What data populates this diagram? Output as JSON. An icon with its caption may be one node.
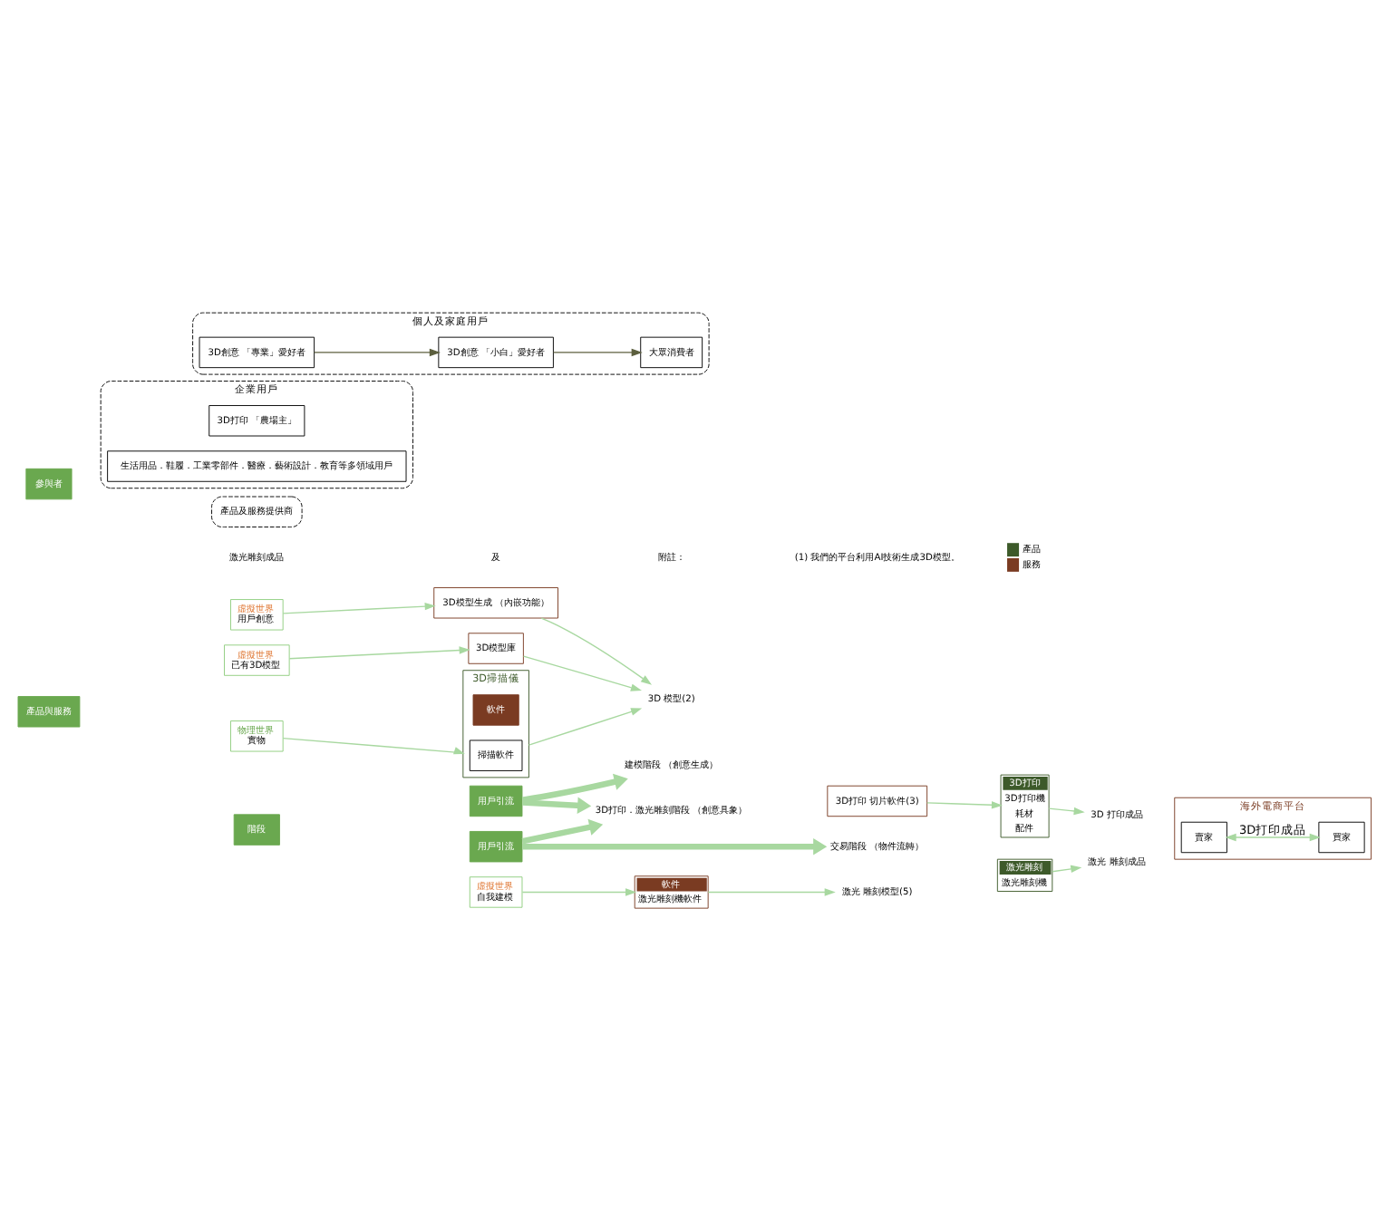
{
  "diagram": {
    "nodes": [
      {
        "text": [
          "階段"
        ]
      },
      {
        "text": [
          "產品與服務"
        ]
      },
      {
        "text": [
          "參與者"
        ]
      },
      {
        "text": [
          "用戶引流"
        ]
      },
      {
        "text": [
          "用戶引流"
        ]
      },
      {
        "text": [
          "建模階段 （創意生成）"
        ]
      },
      {
        "text": [
          "3D打印．激光雕刻階段 （創意具象）"
        ]
      },
      {
        "text": [
          "交易階段 （物件流轉）"
        ]
      },
      {
        "text": [
          "物理世界",
          "實物"
        ]
      },
      {
        "text": [
          "3D掃描儀"
        ]
      },
      {
        "text": [
          "軟件"
        ],
        "in": 9
      },
      {
        "text": [
          "掃描軟件"
        ],
        "in": 9
      },
      {
        "text": [
          "虛擬世界",
          "用戶創意"
        ]
      },
      {
        "text": [
          "3D模型生成 （內嵌功能）"
        ]
      },
      {
        "text": [
          "虛擬世界",
          "已有3D模型"
        ]
      },
      {
        "text": [
          "3D模型庫"
        ]
      },
      {
        "text": [
          "3D 模型(2)"
        ]
      },
      {
        "text": [
          "3D打印 切片軟件(3)"
        ]
      },
      {
        "text": [
          "3D打印",
          "3D打印機",
          "耗材",
          "配件"
        ]
      },
      {
        "text": [
          "3D 打印成品"
        ]
      },
      {
        "text": [
          "海外電商平台"
        ]
      },
      {
        "text": [
          "賣家"
        ],
        "in": 20
      },
      {
        "text": [
          "買家"
        ],
        "in": 20
      },
      {
        "text": [
          "虛擬世界",
          "自我建模"
        ]
      },
      {
        "text": [
          "軟件",
          "激光雕刻機軟件"
        ]
      },
      {
        "text": [
          "激光 雕刻模型(5)"
        ]
      },
      {
        "text": [
          "激光雕刻",
          "激光雕刻機"
        ]
      },
      {
        "text": [
          "激光 雕刻成品"
        ]
      },
      {
        "text": [
          "個人及家庭用戶"
        ]
      },
      {
        "text": [
          "3D創意 「專業」愛好者"
        ],
        "in": 28
      },
      {
        "text": [
          "3D創意 「小白」愛好者"
        ],
        "in": 28
      },
      {
        "text": [
          "大眾消費者"
        ],
        "in": 28
      },
      {
        "text": [
          "企業用戶"
        ]
      },
      {
        "text": [
          "3D打印 「農場主」"
        ],
        "in": 32
      },
      {
        "text": [
          "生活用品．鞋履．工業零部件．醫療．藝術設計．教育等多領域用戶"
        ],
        "in": 32
      },
      {
        "text": [
          "產品及服務提供商"
        ]
      }
    ],
    "edges": [
      {
        "from": 3,
        "to": 5,
        "arrow": "to",
        "style": "thick"
      },
      {
        "from": 3,
        "to": 6,
        "arrow": "to",
        "style": "thick"
      },
      {
        "from": 4,
        "to": 6,
        "arrow": "to",
        "style": "thick"
      },
      {
        "from": 4,
        "to": 7,
        "arrow": "to",
        "style": "thick"
      },
      {
        "from": 8,
        "to": 9,
        "arrow": "to"
      },
      {
        "from": 12,
        "to": 13,
        "arrow": "to"
      },
      {
        "from": 14,
        "to": 15,
        "arrow": "to"
      },
      {
        "from": 9,
        "to": 16,
        "arrow": "to"
      },
      {
        "from": 13,
        "to": 16,
        "arrow": "to"
      },
      {
        "from": 15,
        "to": 16,
        "arrow": "to"
      },
      {
        "from": 17,
        "to": 18,
        "arrow": "to"
      },
      {
        "from": 18,
        "to": 19,
        "arrow": "to"
      },
      {
        "from": 21,
        "to": 22,
        "arrow": "both",
        "label": "3D打印成品"
      },
      {
        "from": 23,
        "to": 24,
        "arrow": "to"
      },
      {
        "from": 24,
        "to": 25,
        "arrow": "to"
      },
      {
        "from": 26,
        "to": 27,
        "arrow": "to"
      },
      {
        "from": 29,
        "to": 30,
        "arrow": "to",
        "color": "#5c5f3e"
      },
      {
        "from": 30,
        "to": 31,
        "arrow": "to",
        "color": "#5c5f3e"
      }
    ],
    "labels": [
      "激光雕刻成品",
      "及",
      "附註：",
      "(1) 我們的平台利用AI技術生成3D模型。"
    ],
    "legend": [
      {
        "text": "產品",
        "color": "#3d5a2a"
      },
      {
        "text": "服務",
        "color": "#7a3b22"
      }
    ]
  }
}
